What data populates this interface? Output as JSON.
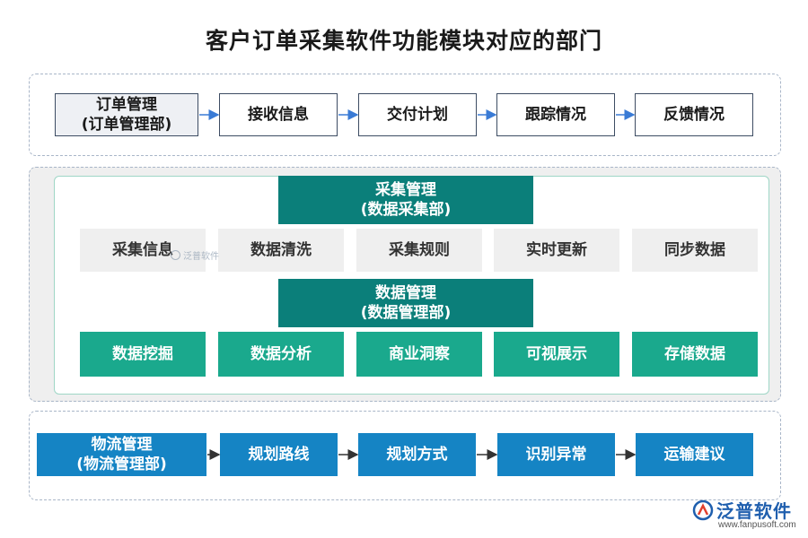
{
  "title": "客户订单采集软件功能模块对应的部门",
  "order_row": [
    {
      "label": "订单管理\n(订单管理部)"
    },
    {
      "label": "接收信息"
    },
    {
      "label": "交付计划"
    },
    {
      "label": "跟踪情况"
    },
    {
      "label": "反馈情况"
    }
  ],
  "collect_head": "采集管理\n(数据采集部)",
  "collect_items": [
    "采集信息",
    "数据清洗",
    "采集规则",
    "实时更新",
    "同步数据"
  ],
  "data_head": "数据管理\n(数据管理部)",
  "data_items": [
    "数据挖掘",
    "数据分析",
    "商业洞察",
    "可视展示",
    "存储数据"
  ],
  "logistics_row": [
    {
      "label": "物流管理\n(物流管理部)"
    },
    {
      "label": "规划路线"
    },
    {
      "label": "规划方式"
    },
    {
      "label": "识别异常"
    },
    {
      "label": "运输建议"
    }
  ],
  "watermark": "泛普软件",
  "logo": {
    "name": "泛普软件",
    "url": "www.fanpusoft.com"
  },
  "colors": {
    "teal": "#0b7f7a",
    "green": "#1aa98d",
    "blue": "#1584c4",
    "border": "#3d4c63"
  }
}
